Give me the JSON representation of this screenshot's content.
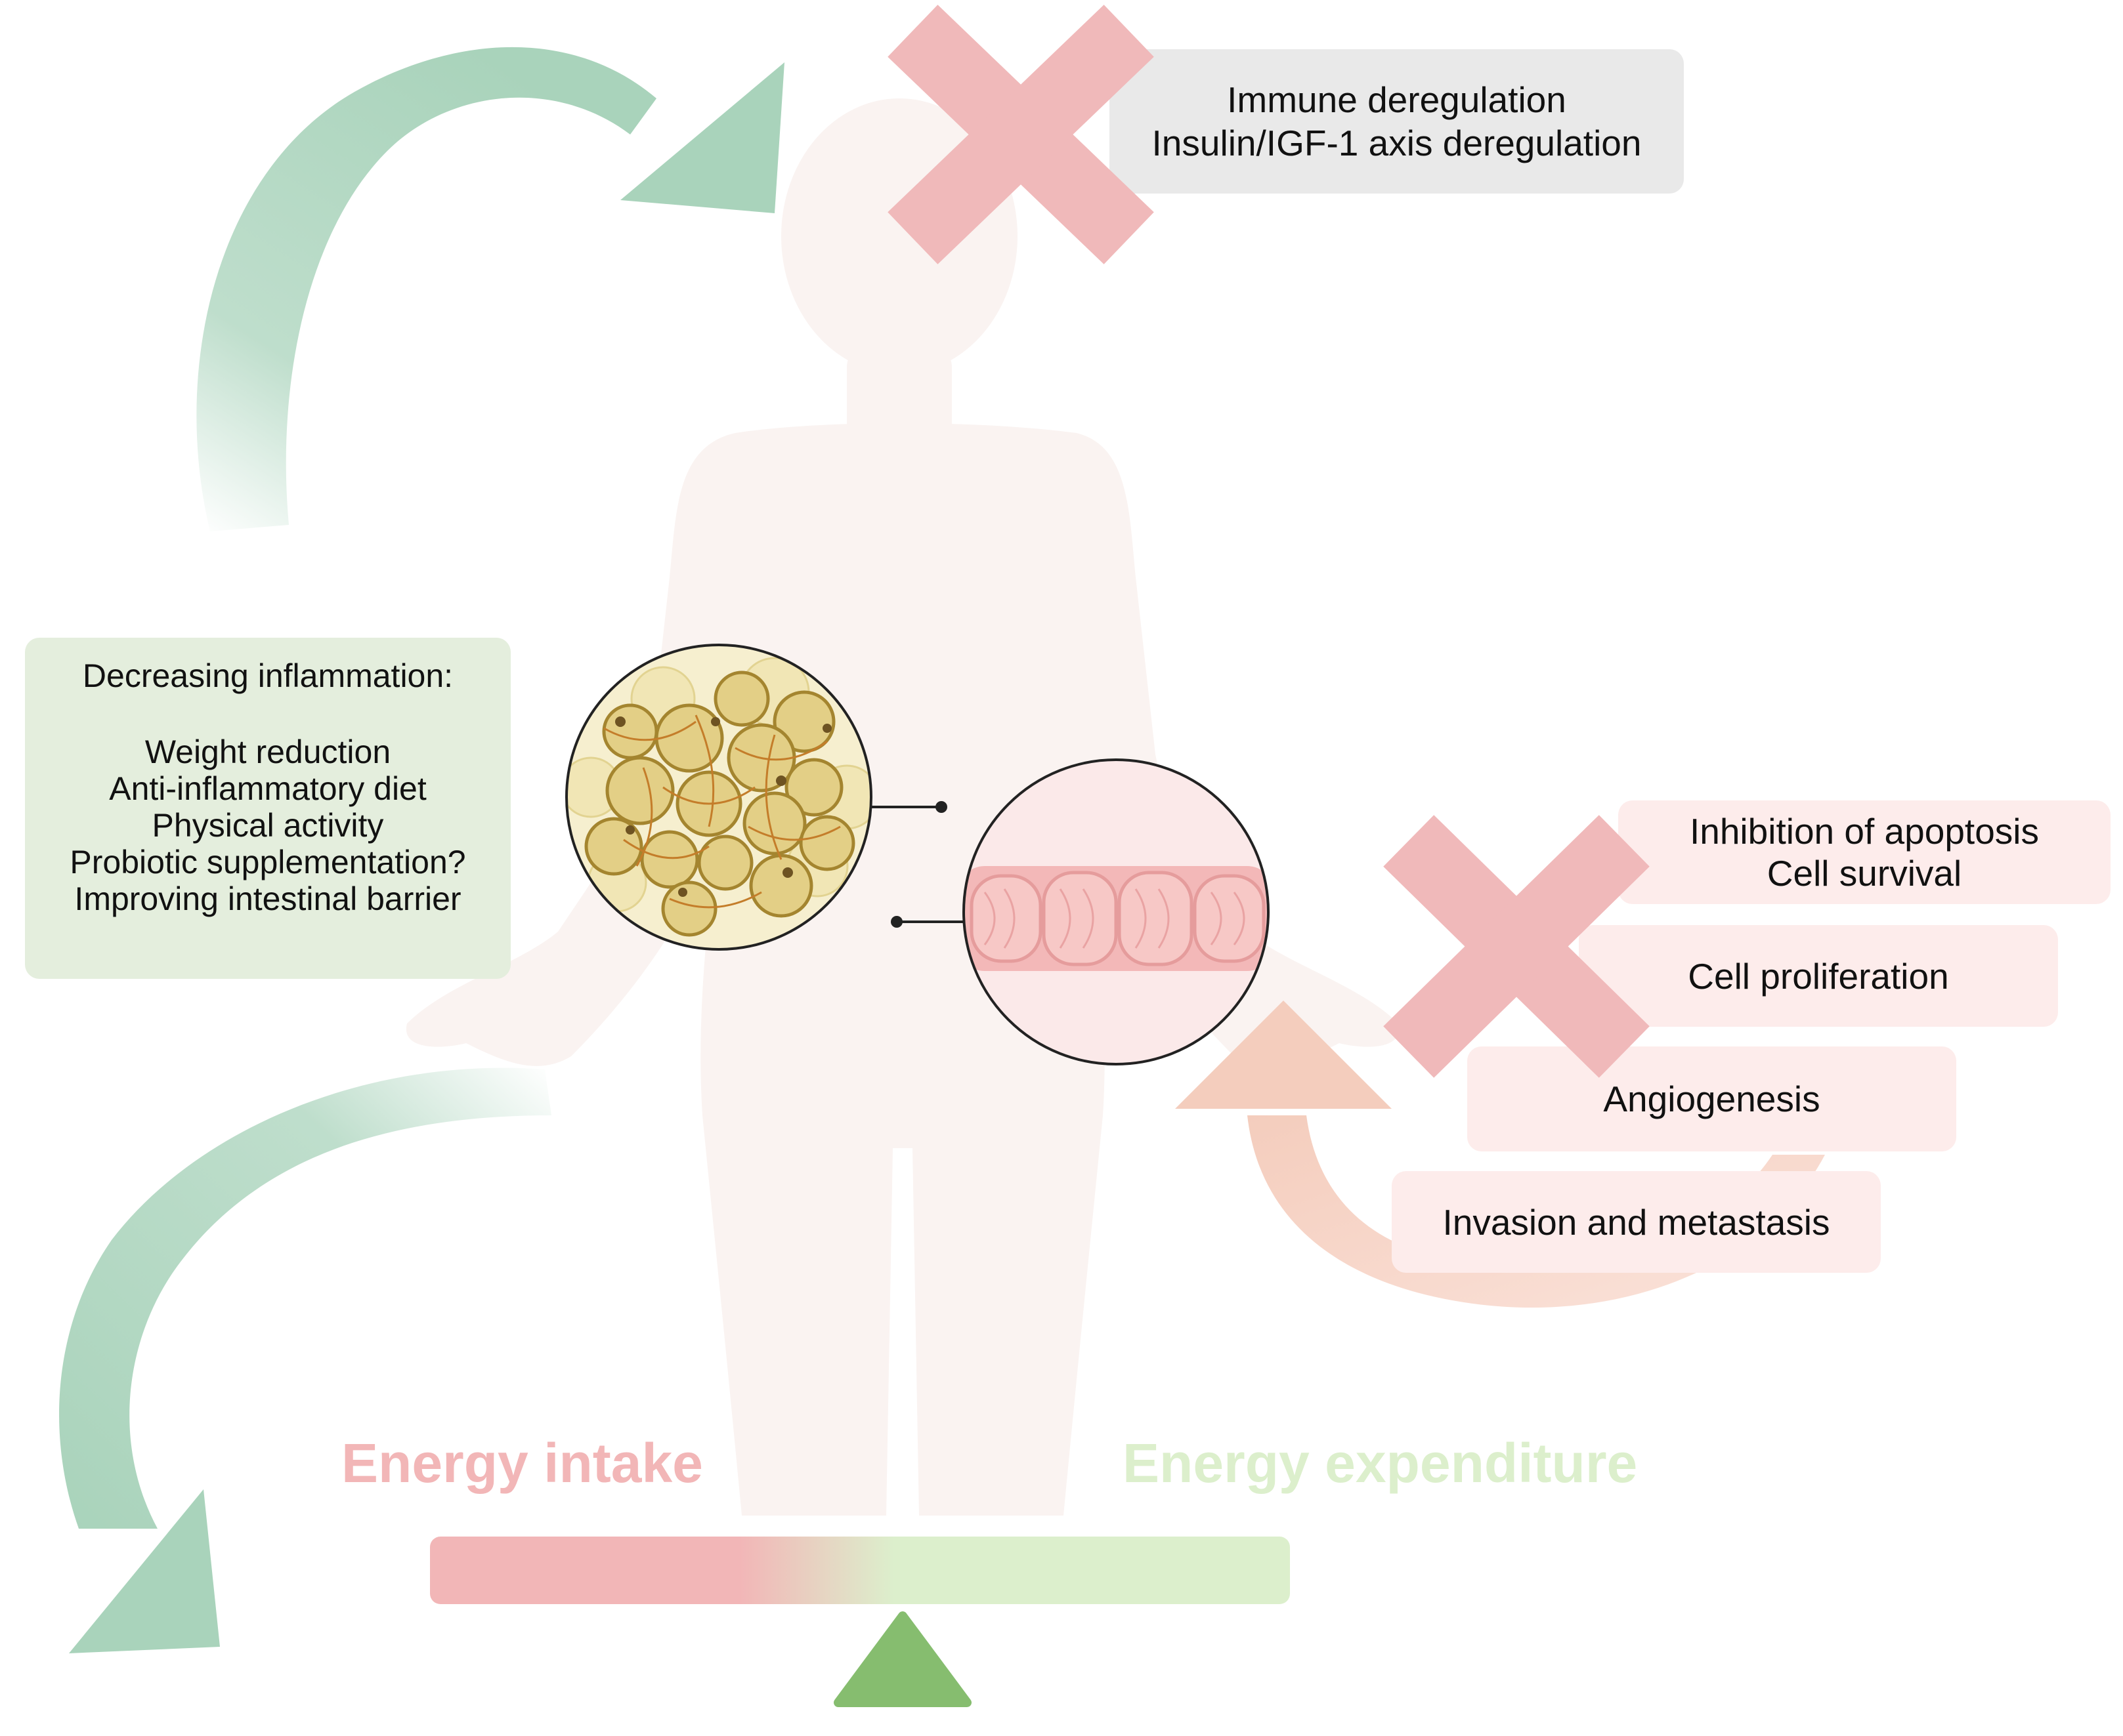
{
  "top_effects": {
    "lines": [
      "Immune deregulation",
      "Insulin/IGF-1 axis deregulation"
    ]
  },
  "intervention": {
    "title": "Decreasing inflammation:",
    "items": [
      "Weight reduction",
      "Anti-inflammatory diet",
      "Physical activity",
      "Probiotic supplementation?",
      "Improving intestinal barrier"
    ]
  },
  "tumor_effects": {
    "apoptosis": [
      "Inhibition of apoptosis",
      "Cell survival"
    ],
    "proliferation": "Cell proliferation",
    "angiogenesis": "Angiogenesis",
    "invasion": "Invasion and metastasis"
  },
  "balance": {
    "intake_label": "Energy intake",
    "expenditure_label": "Energy expenditure"
  },
  "colors": {
    "green_arrow": "#a9d3bb",
    "green_box": "#e4eedd",
    "grey_box": "#e9e9e9",
    "red_cross": "#f0b9ba",
    "pink_box": "#fdeceb",
    "intake": "#f2b6b7",
    "expenditure": "#dcefcc",
    "fulcrum": "#86bd6f",
    "silhouette": "#faf3f1"
  },
  "icons": [
    "human-silhouette-icon",
    "adipose-tissue-icon",
    "colon-icon",
    "cross-icon",
    "curved-arrow-icon",
    "balance-scale-icon"
  ]
}
